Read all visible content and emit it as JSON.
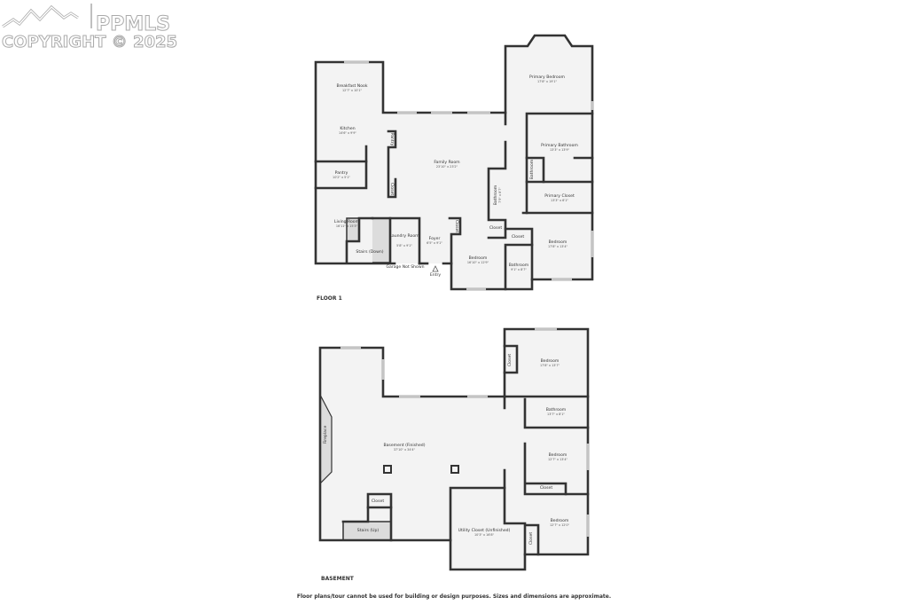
{
  "watermark": {
    "brand": "PPMLS",
    "copyright": "COPYRIGHT © 2025"
  },
  "floor1": {
    "title": "FLOOR 1",
    "rooms": [
      {
        "name": "Breakfast Nook",
        "dim": "12'7\" x 10'1\""
      },
      {
        "name": "Kitchen",
        "dim": "14'6\" x 9'9\""
      },
      {
        "name": "Pantry",
        "dim": "10'2\" x 5'1\""
      },
      {
        "name": "Living Room",
        "dim": "16'11\" x 15'3\""
      },
      {
        "name": "Laundry Room",
        "dim": "5'8\" x 9'1\""
      },
      {
        "name": "Foyer",
        "dim": "6'5\" x 9'1\""
      },
      {
        "name": "Family Room",
        "dim": "23'10\" x 23'2\""
      },
      {
        "name": "Primary Bedroom",
        "dim": "17'8\" x 19'1\""
      },
      {
        "name": "Primary Bathroom",
        "dim": "13'3\" x 13'9\""
      },
      {
        "name": "Primary Closet",
        "dim": "13'3\" x 6'1\""
      },
      {
        "name": "Bedroom",
        "dim": "17'8\" x 13'4\""
      },
      {
        "name": "Bathroom",
        "dim": "9'1\" x 8'7\""
      },
      {
        "name": "Bedroom",
        "dim": "16'10\" x 12'9\""
      },
      {
        "name": "Bathroom",
        "dim": "7'9\" x 8'7\""
      }
    ],
    "labels": {
      "stairs": "Stairs (Down)",
      "garage": "Garage Not Shown",
      "entry": "Entry",
      "closet": "Closet",
      "pantry_small": "Pantry",
      "bathroom_small": "Bathroom"
    }
  },
  "basement": {
    "title": "BASEMENT",
    "rooms": [
      {
        "name": "Basement (Finished)",
        "dim": "37'10\" x 34'4\""
      },
      {
        "name": "Bedroom",
        "dim": "17'8\" x 13'7\""
      },
      {
        "name": "Bathroom",
        "dim": "13'7\" x 8'1\""
      },
      {
        "name": "Bedroom",
        "dim": "12'7\" x 13'4\""
      },
      {
        "name": "Bedroom",
        "dim": "12'7\" x 12'0\""
      },
      {
        "name": "Utility Closet (Unfinished)",
        "dim": "10'3\" x 16'8\""
      }
    ],
    "labels": {
      "fireplace": "Fireplace",
      "stairs": "Stairs (Up)",
      "closet": "Closet"
    }
  },
  "disclaimer": "Floor plans/tour cannot be used for building or design purposes. Sizes and dimensions are approximate."
}
